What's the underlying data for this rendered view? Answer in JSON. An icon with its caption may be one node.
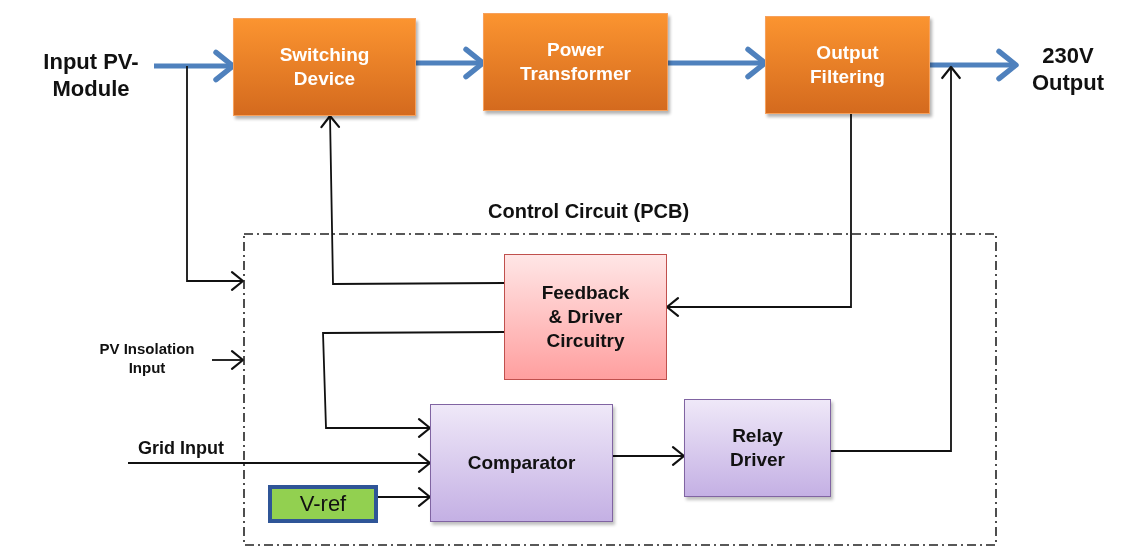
{
  "diagram": {
    "nodes": [
      {
        "text": [
          "Input PV-Module"
        ]
      },
      {
        "text": [
          "Switching Device"
        ]
      },
      {
        "text": [
          "Power Transformer"
        ]
      },
      {
        "text": [
          "Output Filtering"
        ]
      },
      {
        "text": [
          "230V Output"
        ]
      },
      {
        "text": [
          "Control Circuit (PCB)"
        ]
      },
      {
        "text": [
          "Feedback & Driver Circuitry"
        ],
        "in": 5
      },
      {
        "text": [
          "PV Insolation Input"
        ]
      },
      {
        "text": [
          "Grid Input"
        ]
      },
      {
        "text": [
          "Comparator"
        ],
        "in": 5
      },
      {
        "text": [
          "Relay Driver"
        ],
        "in": 5
      },
      {
        "text": [
          "V-ref"
        ],
        "in": 5
      }
    ],
    "edges": [
      {
        "from": 0,
        "to": 1,
        "arrow": "to",
        "style": "thick",
        "color": "#4f81bd"
      },
      {
        "from": 1,
        "to": 2,
        "arrow": "to",
        "style": "thick",
        "color": "#4f81bd"
      },
      {
        "from": 2,
        "to": 3,
        "arrow": "to",
        "style": "thick",
        "color": "#4f81bd"
      },
      {
        "from": 3,
        "to": 4,
        "arrow": "to",
        "style": "thick",
        "color": "#4f81bd"
      },
      {
        "from": 0,
        "to": 5,
        "arrow": "to"
      },
      {
        "from": 7,
        "to": 5,
        "arrow": "to"
      },
      {
        "from": 6,
        "to": 1,
        "arrow": "to"
      },
      {
        "from": 3,
        "to": 6,
        "arrow": "to"
      },
      {
        "from": 6,
        "to": 9,
        "arrow": "to"
      },
      {
        "from": 8,
        "to": 9,
        "arrow": "to"
      },
      {
        "from": 11,
        "to": 9,
        "arrow": "to"
      },
      {
        "from": 9,
        "to": 10,
        "arrow": "to"
      },
      {
        "from": 10,
        "to": 3,
        "arrow": "to"
      }
    ]
  }
}
